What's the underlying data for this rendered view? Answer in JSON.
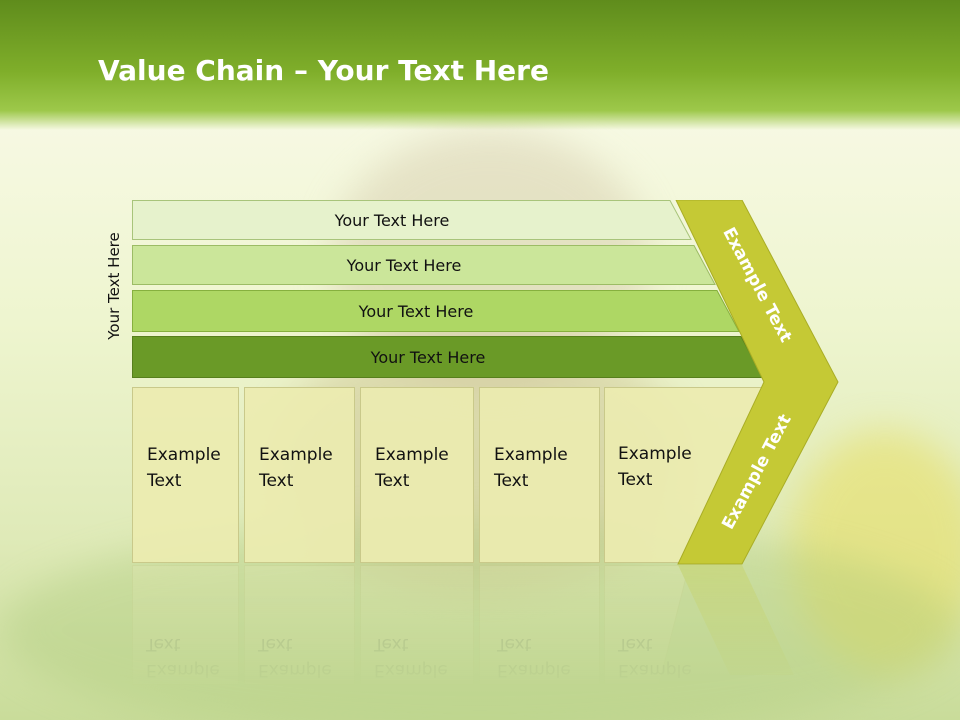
{
  "slide": {
    "title_bold": "Value Chain",
    "title_rest": " – Your Text Here",
    "vertical_label": "Your Text Here"
  },
  "bars": [
    {
      "label": "Your Text Here",
      "color": "#e6f2cc"
    },
    {
      "label": "Your Text Here",
      "color": "#cbe69a"
    },
    {
      "label": "Your Text Here",
      "color": "#aed764"
    },
    {
      "label": "Your Text Here",
      "color": "#6a9a27"
    }
  ],
  "boxes": [
    {
      "line1": "Example",
      "line2": "Text"
    },
    {
      "line1": "Example",
      "line2": "Text"
    },
    {
      "line1": "Example",
      "line2": "Text"
    },
    {
      "line1": "Example",
      "line2": "Text"
    },
    {
      "line1": "Example",
      "line2": "Text"
    }
  ],
  "chevron": {
    "upper_text": "Example Text",
    "lower_text": "Example Text",
    "color": "#c5c935"
  }
}
